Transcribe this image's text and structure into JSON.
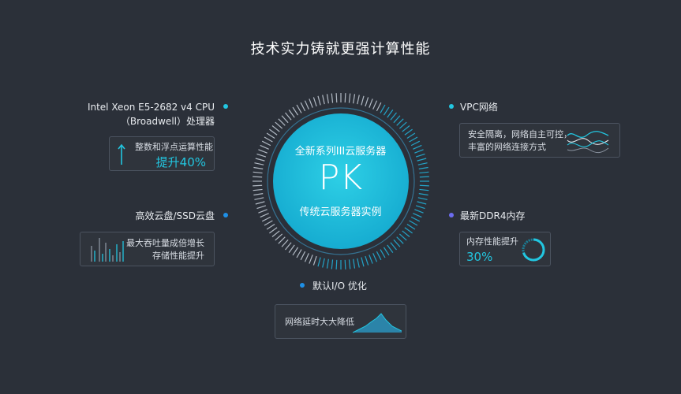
{
  "title": "技术实力铸就更强计算性能",
  "center": {
    "top": "全新系列III云服务器",
    "pk": "PK",
    "bottom": "传统云服务器实例"
  },
  "cpu": {
    "label_line1": "Intel Xeon E5-2682 v4 CPU",
    "label_line2": "（Broadwell）处理器",
    "card_text": "整数和浮点运算性能",
    "card_value": "提升40%"
  },
  "ssd": {
    "label": "高效云盘/SSD云盘",
    "card_line1": "最大吞吐量成倍增长",
    "card_line2": "存储性能提升"
  },
  "io": {
    "label": "默认I/O 优化",
    "card_text": "网络延时大大降低"
  },
  "vpc": {
    "label": "VPC网络",
    "card_line1": "安全隔离，网络自主可控，",
    "card_line2": "丰富的网络连接方式"
  },
  "ddr": {
    "label": "最新DDR4内存",
    "card_text": "内存性能提升",
    "card_value": "30%"
  },
  "colors": {
    "background": "#2b3039",
    "accent": "#22c6e0",
    "dot_blue": "#1e8fe6",
    "dot_purple": "#6c6cf0"
  }
}
